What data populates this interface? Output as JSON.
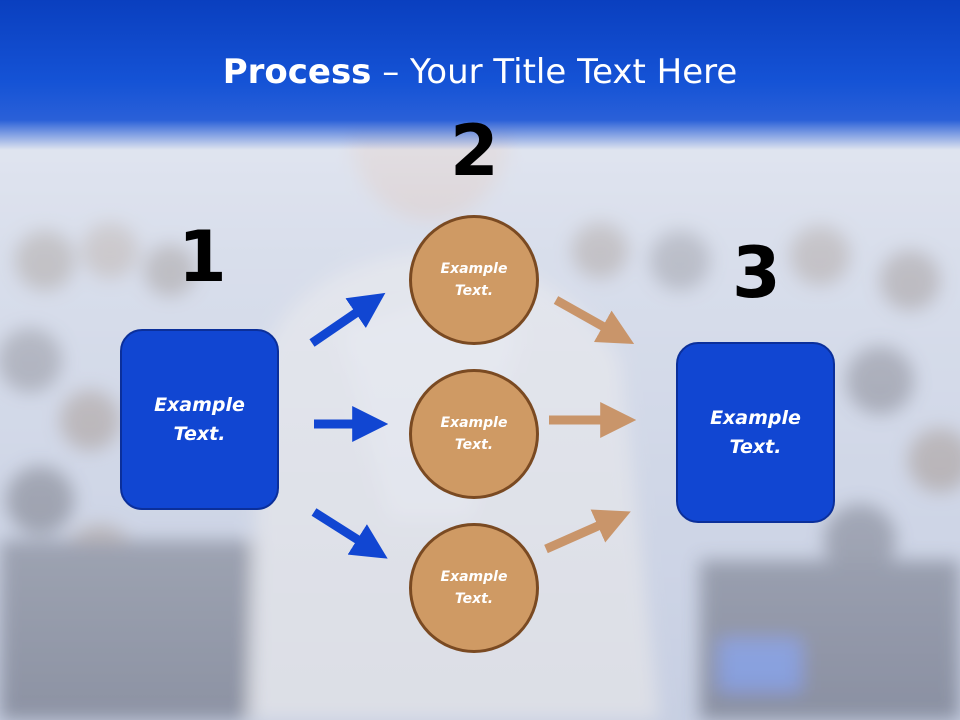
{
  "slide": {
    "title_bold": "Process",
    "title_rest": " – Your Title Text Here"
  },
  "steps": {
    "one": {
      "number": "1",
      "line1": "Example",
      "line2": "Text."
    },
    "two": {
      "number": "2",
      "circles": [
        {
          "line1": "Example",
          "line2": "Text."
        },
        {
          "line1": "Example",
          "line2": "Text."
        },
        {
          "line1": "Example",
          "line2": "Text."
        }
      ]
    },
    "three": {
      "number": "3",
      "line1": "Example",
      "line2": "Text."
    }
  },
  "colors": {
    "header_blue": "#1146d2",
    "box_blue": "#1146d2",
    "circle_tan": "#cf9a64",
    "circle_border": "#7a4a22",
    "arrow_blue": "#1146d2",
    "arrow_tan": "#c9956a"
  }
}
